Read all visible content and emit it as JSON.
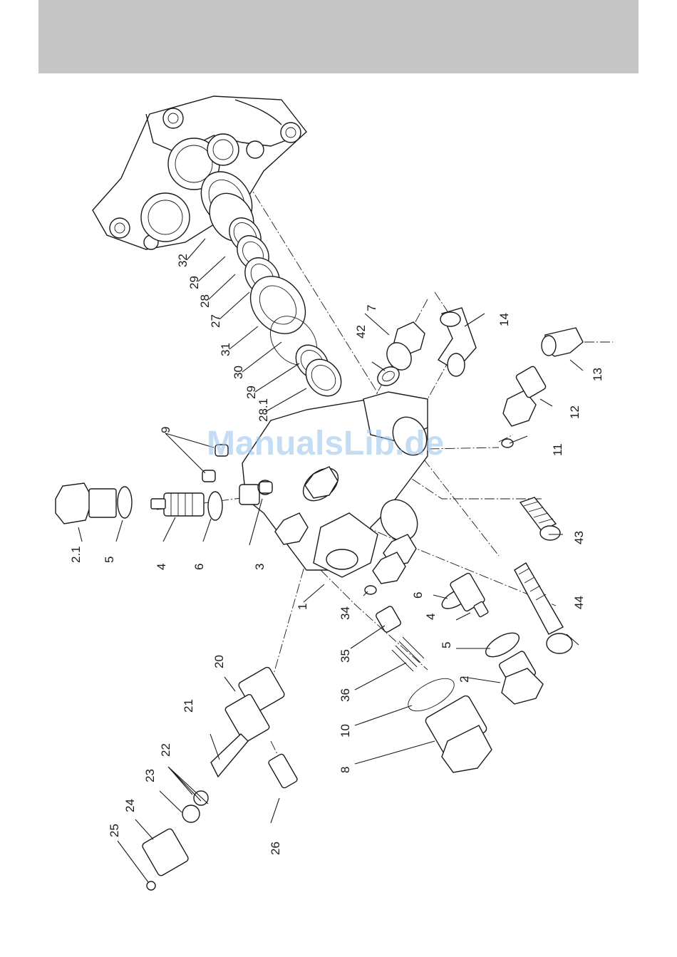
{
  "header": {
    "color": "#c6c6c6"
  },
  "watermark": {
    "text": "ManualsLib.de",
    "color": "#9dc6ef"
  },
  "labels": {
    "p1": "1",
    "p2": "2",
    "p2_1": "2.1",
    "p3": "3",
    "p4a": "4",
    "p4b": "4",
    "p5a": "5",
    "p5b": "5",
    "p6a": "6",
    "p6b": "6",
    "p7": "7",
    "p8": "8",
    "p9": "9",
    "p10": "10",
    "p11": "11",
    "p12": "12",
    "p13": "13",
    "p14": "14",
    "p20": "20",
    "p21": "21",
    "p22": "22",
    "p23": "23",
    "p24": "24",
    "p25": "25",
    "p26": "26",
    "p27": "27",
    "p28": "28",
    "p28_1": "28.1",
    "p29a": "29",
    "p29b": "29",
    "p30": "30",
    "p31": "31",
    "p32": "32",
    "p34": "34",
    "p35": "35",
    "p36": "36",
    "p42": "42",
    "p43": "43",
    "p44": "44"
  }
}
